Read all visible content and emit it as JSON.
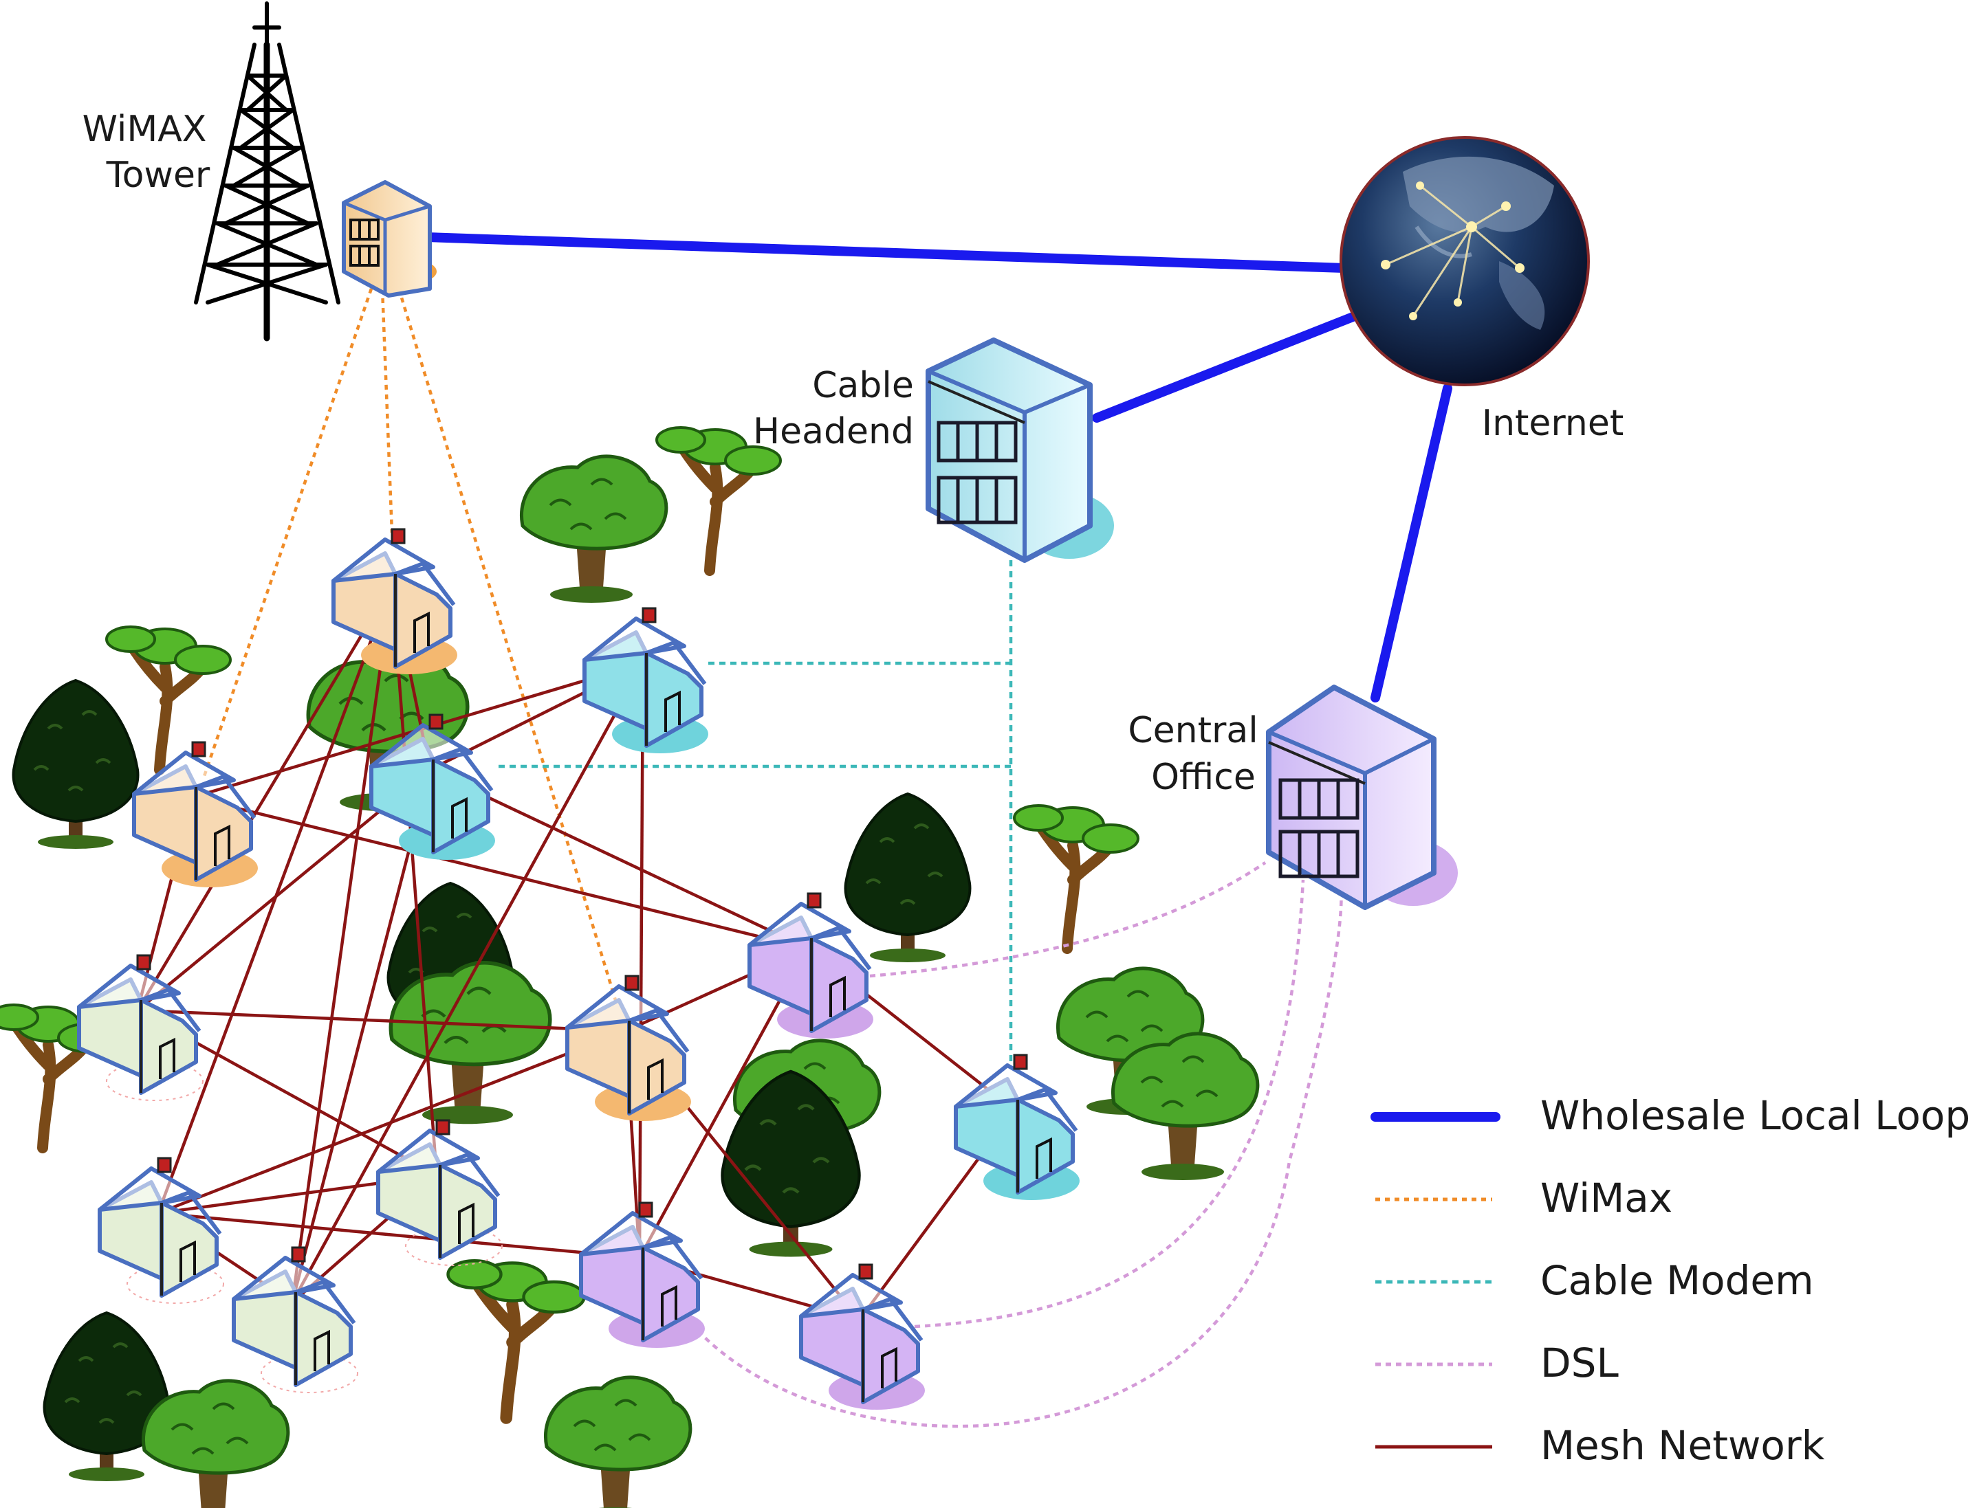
{
  "labels": {
    "wimax_tower_line1": "WiMAX",
    "wimax_tower_line2": "Tower",
    "cable_headend_line1": "Cable",
    "cable_headend_line2": "Headend",
    "internet": "Internet",
    "central_office_line1": "Central",
    "central_office_line2": "Office"
  },
  "legend": [
    {
      "label": "Wholesale Local Loop",
      "style": "wholesale"
    },
    {
      "label": "WiMax",
      "style": "wimax"
    },
    {
      "label": "Cable Modem",
      "style": "cable"
    },
    {
      "label": "DSL",
      "style": "dsl"
    },
    {
      "label": "Mesh Network",
      "style": "mesh"
    }
  ],
  "colors": {
    "wholesale": "#1a1aee",
    "wimax": "#f08c28",
    "cable": "#3cb8b8",
    "dsl": "#d49ad8",
    "mesh": "#8b1414",
    "house_wimax": "#f7d9b3",
    "house_cable": "#8fe0e8",
    "house_dsl": "#d4b4f4",
    "house_mesh": "#e4efd6",
    "house_outline": "#4a6fc0"
  },
  "houses": [
    {
      "id": "h1",
      "type": "wimax"
    },
    {
      "id": "h2",
      "type": "cable"
    },
    {
      "id": "h3",
      "type": "cable"
    },
    {
      "id": "h4",
      "type": "wimax"
    },
    {
      "id": "h5",
      "type": "mesh"
    },
    {
      "id": "h6",
      "type": "wimax"
    },
    {
      "id": "h7",
      "type": "dsl"
    },
    {
      "id": "h8",
      "type": "cable"
    },
    {
      "id": "h9",
      "type": "mesh"
    },
    {
      "id": "h10",
      "type": "mesh"
    },
    {
      "id": "h11",
      "type": "mesh"
    },
    {
      "id": "h12",
      "type": "dsl"
    },
    {
      "id": "h13",
      "type": "dsl"
    }
  ],
  "mesh_links": [
    [
      "h1",
      "h2"
    ],
    [
      "h1",
      "h7"
    ],
    [
      "h1",
      "h5"
    ],
    [
      "h2",
      "h3"
    ],
    [
      "h2",
      "h11"
    ],
    [
      "h2",
      "h12"
    ],
    [
      "h3",
      "h4"
    ],
    [
      "h3",
      "h5"
    ],
    [
      "h3",
      "h7"
    ],
    [
      "h4",
      "h5"
    ],
    [
      "h4",
      "h9"
    ],
    [
      "h4",
      "h11"
    ],
    [
      "h4",
      "h10"
    ],
    [
      "h5",
      "h6"
    ],
    [
      "h5",
      "h9"
    ],
    [
      "h6",
      "h7"
    ],
    [
      "h6",
      "h10"
    ],
    [
      "h6",
      "h12"
    ],
    [
      "h6",
      "h13"
    ],
    [
      "h7",
      "h12"
    ],
    [
      "h7",
      "h8"
    ],
    [
      "h8",
      "h13"
    ],
    [
      "h9",
      "h10"
    ],
    [
      "h9",
      "h11"
    ],
    [
      "h10",
      "h11"
    ],
    [
      "h10",
      "h12"
    ],
    [
      "h12",
      "h13"
    ],
    [
      "h11",
      "h3"
    ]
  ]
}
